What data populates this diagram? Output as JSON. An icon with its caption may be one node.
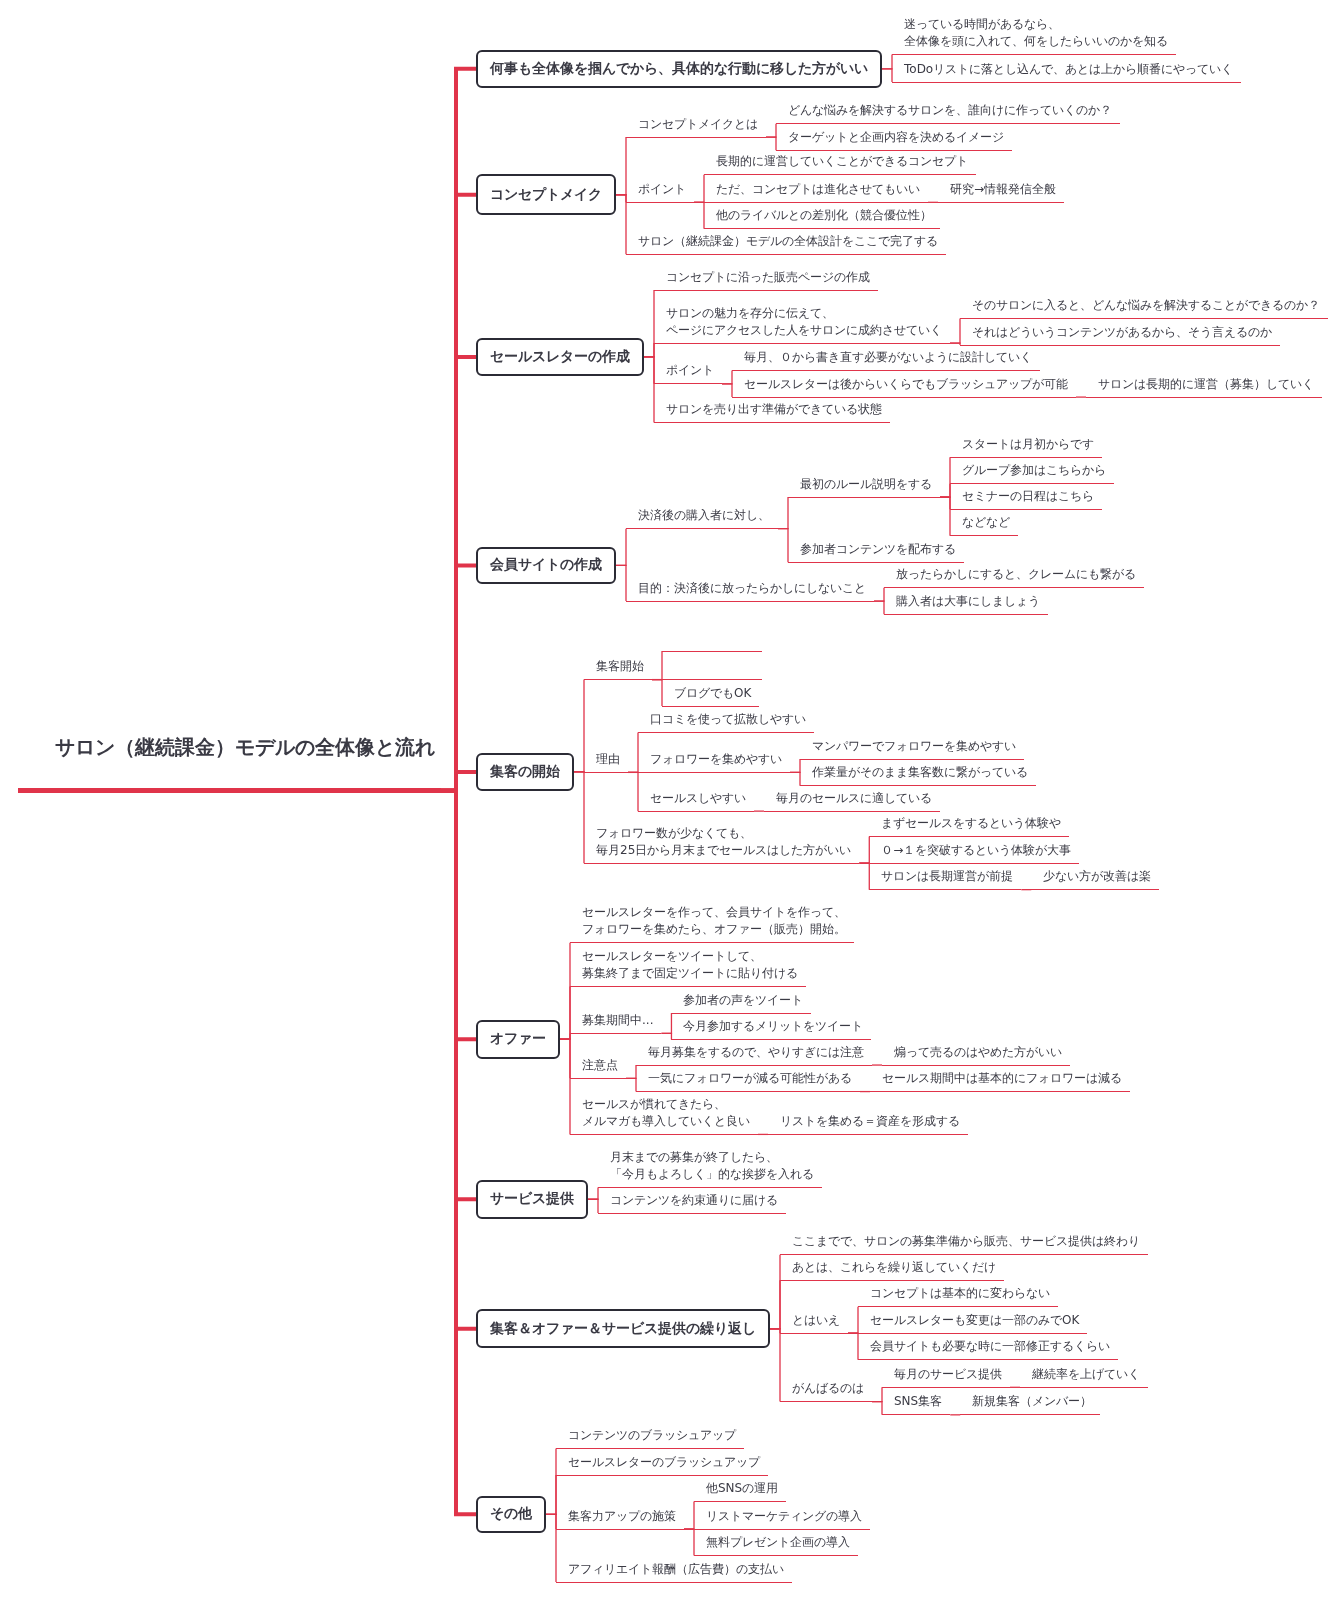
{
  "diagram": {
    "nodes": [
      {
        "text": [
          "サロン（継続課金）モデルの全体像と流れ"
        ]
      },
      {
        "text": [
          "何事も全体像を掴んでから、具体的な行動に移した方がいい"
        ]
      },
      {
        "text": [
          "迷っている時間があるなら、全体像を頭に入れて、何をしたらいいのかを知る"
        ]
      },
      {
        "text": [
          "ToDoリストに落とし込んで、あとは上から順番にやっていく"
        ]
      },
      {
        "text": [
          "コンセプトメイク"
        ]
      },
      {
        "text": [
          "コンセプトメイクとは"
        ]
      },
      {
        "text": [
          "どんな悩みを解決するサロンを、誰向けに作っていくのか？"
        ]
      },
      {
        "text": [
          "ターゲットと企画内容を決めるイメージ"
        ]
      },
      {
        "text": [
          "ポイント"
        ]
      },
      {
        "text": [
          "長期的に運営していくことができるコンセプト"
        ]
      },
      {
        "text": [
          "ただ、コンセプトは進化させてもいい"
        ]
      },
      {
        "text": [
          "研究→情報発信全般"
        ]
      },
      {
        "text": [
          "他のライバルとの差別化（競合優位性）"
        ]
      },
      {
        "text": [
          "サロン（継続課金）モデルの全体設計をここで完了する"
        ]
      },
      {
        "text": [
          "セールスレターの作成"
        ]
      },
      {
        "text": [
          "コンセプトに沿った販売ページの作成"
        ]
      },
      {
        "text": [
          "サロンの魅力を存分に伝えて、ページにアクセスした人をサロンに成約させていく"
        ]
      },
      {
        "text": [
          "そのサロンに入ると、どんな悩みを解決することができるのか？"
        ]
      },
      {
        "text": [
          "それはどういうコンテンツがあるから、そう言えるのか"
        ]
      },
      {
        "text": [
          "ポイント"
        ]
      },
      {
        "text": [
          "毎月、０から書き直す必要がないように設計していく"
        ]
      },
      {
        "text": [
          "セールスレターは後からいくらでもブラッシュアップが可能"
        ]
      },
      {
        "text": [
          "サロンは長期的に運営（募集）していく"
        ]
      },
      {
        "text": [
          "サロンを売り出す準備ができている状態"
        ]
      },
      {
        "text": [
          "会員サイトの作成"
        ]
      },
      {
        "text": [
          "決済後の購入者に対し、"
        ]
      },
      {
        "text": [
          "最初のルール説明をする"
        ]
      },
      {
        "text": [
          "スタートは月初からです"
        ]
      },
      {
        "text": [
          "グループ参加はこちらから"
        ]
      },
      {
        "text": [
          "セミナーの日程はこちら"
        ]
      },
      {
        "text": [
          "などなど"
        ]
      },
      {
        "text": [
          "参加者コンテンツを配布する"
        ]
      },
      {
        "text": [
          "目的：決済後に放ったらかしにしないこと"
        ]
      },
      {
        "text": [
          "放ったらかしにすると、クレームにも繋がる"
        ]
      },
      {
        "text": [
          "購入者は大事にしましょう"
        ]
      },
      {
        "text": [
          "集客の開始"
        ]
      },
      {
        "text": [
          "集客開始"
        ]
      },
      {
        "text": [],
        "shape": "line"
      },
      {
        "text": [],
        "shape": "line"
      },
      {
        "text": [
          "ブログでもOK"
        ]
      },
      {
        "text": [
          "理由"
        ]
      },
      {
        "text": [
          "口コミを使って拡散しやすい"
        ]
      },
      {
        "text": [
          "フォロワーを集めやすい"
        ]
      },
      {
        "text": [
          "マンパワーでフォロワーを集めやすい"
        ]
      },
      {
        "text": [
          "作業量がそのまま集客数に繋がっている"
        ]
      },
      {
        "text": [
          "セールスしやすい"
        ]
      },
      {
        "text": [
          "毎月のセールスに適している"
        ]
      },
      {
        "text": [
          "フォロワー数が少なくても、毎月25日から月末までセールスはした方がいい"
        ]
      },
      {
        "text": [
          "まずセールスをするという体験や"
        ]
      },
      {
        "text": [
          "０→１を突破するという体験が大事"
        ]
      },
      {
        "text": [
          "サロンは長期運営が前提"
        ]
      },
      {
        "text": [
          "少ない方が改善は楽"
        ]
      },
      {
        "text": [
          "オファー"
        ]
      },
      {
        "text": [
          "セールスレターを作って、会員サイトを作って、フォロワーを集めたら、オファー（販売）開始。"
        ]
      },
      {
        "text": [
          "セールスレターをツイートして、募集終了まで固定ツイートに貼り付ける"
        ]
      },
      {
        "text": [
          "募集期間中..."
        ]
      },
      {
        "text": [
          "参加者の声をツイート"
        ]
      },
      {
        "text": [
          "今月参加するメリットをツイート"
        ]
      },
      {
        "text": [
          "注意点"
        ]
      },
      {
        "text": [
          "毎月募集をするので、やりすぎには注意"
        ]
      },
      {
        "text": [
          "煽って売るのはやめた方がいい"
        ]
      },
      {
        "text": [
          "一気にフォロワーが減る可能性がある"
        ]
      },
      {
        "text": [
          "セールス期間中は基本的にフォロワーは減る"
        ]
      },
      {
        "text": [
          "セールスが慣れてきたら、メルマガも導入していくと良い"
        ]
      },
      {
        "text": [
          "リストを集める＝資産を形成する"
        ]
      },
      {
        "text": [
          "サービス提供"
        ]
      },
      {
        "text": [
          "月末までの募集が終了したら、「今月もよろしく」的な挨拶を入れる"
        ]
      },
      {
        "text": [
          "コンテンツを約束通りに届ける"
        ]
      },
      {
        "text": [
          "集客＆オファー＆サービス提供の繰り返し"
        ]
      },
      {
        "text": [
          "ここまでで、サロンの募集準備から販売、サービス提供は終わり"
        ]
      },
      {
        "text": [
          "あとは、これらを繰り返していくだけ"
        ]
      },
      {
        "text": [
          "とはいえ"
        ]
      },
      {
        "text": [
          "コンセプトは基本的に変わらない"
        ]
      },
      {
        "text": [
          "セールスレターも変更は一部のみでOK"
        ]
      },
      {
        "text": [
          "会員サイトも必要な時に一部修正するくらい"
        ]
      },
      {
        "text": [
          "がんばるのは"
        ]
      },
      {
        "text": [
          "毎月のサービス提供"
        ]
      },
      {
        "text": [
          "継続率を上げていく"
        ]
      },
      {
        "text": [
          "SNS集客"
        ]
      },
      {
        "text": [
          "新規集客（メンバー）"
        ]
      },
      {
        "text": [
          "その他"
        ]
      },
      {
        "text": [
          "コンテンツのブラッシュアップ"
        ]
      },
      {
        "text": [
          "セールスレターのブラッシュアップ"
        ]
      },
      {
        "text": [
          "集客力アップの施策"
        ]
      },
      {
        "text": [
          "他SNSの運用"
        ]
      },
      {
        "text": [
          "リストマーケティングの導入"
        ]
      },
      {
        "text": [
          "無料プレゼント企画の導入"
        ]
      },
      {
        "text": [
          "アフィリエイト報酬（広告費）の支払い"
        ]
      }
    ],
    "edges": [
      {
        "from": 0,
        "to": 1,
        "arrow": "none",
        "style": "thick"
      },
      {
        "from": 1,
        "to": 2,
        "arrow": "none"
      },
      {
        "from": 1,
        "to": 3,
        "arrow": "none"
      },
      {
        "from": 0,
        "to": 4,
        "arrow": "none",
        "style": "thick"
      },
      {
        "from": 4,
        "to": 5,
        "arrow": "none"
      },
      {
        "from": 5,
        "to": 6,
        "arrow": "none"
      },
      {
        "from": 5,
        "to": 7,
        "arrow": "none"
      },
      {
        "from": 4,
        "to": 8,
        "arrow": "none"
      },
      {
        "from": 8,
        "to": 9,
        "arrow": "none"
      },
      {
        "from": 8,
        "to": 10,
        "arrow": "none"
      },
      {
        "from": 10,
        "to": 11,
        "arrow": "none"
      },
      {
        "from": 8,
        "to": 12,
        "arrow": "none"
      },
      {
        "from": 4,
        "to": 13,
        "arrow": "none"
      },
      {
        "from": 0,
        "to": 14,
        "arrow": "none",
        "style": "thick"
      },
      {
        "from": 14,
        "to": 15,
        "arrow": "none"
      },
      {
        "from": 14,
        "to": 16,
        "arrow": "none"
      },
      {
        "from": 16,
        "to": 17,
        "arrow": "none"
      },
      {
        "from": 16,
        "to": 18,
        "arrow": "none"
      },
      {
        "from": 14,
        "to": 19,
        "arrow": "none"
      },
      {
        "from": 19,
        "to": 20,
        "arrow": "none"
      },
      {
        "from": 19,
        "to": 21,
        "arrow": "none"
      },
      {
        "from": 21,
        "to": 22,
        "arrow": "none"
      },
      {
        "from": 14,
        "to": 23,
        "arrow": "none"
      },
      {
        "from": 0,
        "to": 24,
        "arrow": "none",
        "style": "thick"
      },
      {
        "from": 24,
        "to": 25,
        "arrow": "none"
      },
      {
        "from": 25,
        "to": 26,
        "arrow": "none"
      },
      {
        "from": 26,
        "to": 27,
        "arrow": "none"
      },
      {
        "from": 26,
        "to": 28,
        "arrow": "none"
      },
      {
        "from": 26,
        "to": 29,
        "arrow": "none"
      },
      {
        "from": 26,
        "to": 30,
        "arrow": "none"
      },
      {
        "from": 25,
        "to": 31,
        "arrow": "none"
      },
      {
        "from": 24,
        "to": 32,
        "arrow": "none"
      },
      {
        "from": 32,
        "to": 33,
        "arrow": "none"
      },
      {
        "from": 32,
        "to": 34,
        "arrow": "none"
      },
      {
        "from": 0,
        "to": 35,
        "arrow": "none",
        "style": "thick"
      },
      {
        "from": 35,
        "to": 36,
        "arrow": "none"
      },
      {
        "from": 36,
        "to": 37,
        "arrow": "none"
      },
      {
        "from": 36,
        "to": 38,
        "arrow": "none"
      },
      {
        "from": 36,
        "to": 39,
        "arrow": "none"
      },
      {
        "from": 35,
        "to": 40,
        "arrow": "none"
      },
      {
        "from": 40,
        "to": 41,
        "arrow": "none"
      },
      {
        "from": 40,
        "to": 42,
        "arrow": "none"
      },
      {
        "from": 42,
        "to": 43,
        "arrow": "none"
      },
      {
        "from": 42,
        "to": 44,
        "arrow": "none"
      },
      {
        "from": 40,
        "to": 45,
        "arrow": "none"
      },
      {
        "from": 45,
        "to": 46,
        "arrow": "none"
      },
      {
        "from": 35,
        "to": 47,
        "arrow": "none"
      },
      {
        "from": 47,
        "to": 48,
        "arrow": "none"
      },
      {
        "from": 47,
        "to": 49,
        "arrow": "none"
      },
      {
        "from": 47,
        "to": 50,
        "arrow": "none"
      },
      {
        "from": 50,
        "to": 51,
        "arrow": "none"
      },
      {
        "from": 0,
        "to": 52,
        "arrow": "none",
        "style": "thick"
      },
      {
        "from": 52,
        "to": 53,
        "arrow": "none"
      },
      {
        "from": 52,
        "to": 54,
        "arrow": "none"
      },
      {
        "from": 52,
        "to": 55,
        "arrow": "none"
      },
      {
        "from": 55,
        "to": 56,
        "arrow": "none"
      },
      {
        "from": 55,
        "to": 57,
        "arrow": "none"
      },
      {
        "from": 52,
        "to": 58,
        "arrow": "none"
      },
      {
        "from": 58,
        "to": 59,
        "arrow": "none"
      },
      {
        "from": 59,
        "to": 60,
        "arrow": "none"
      },
      {
        "from": 58,
        "to": 61,
        "arrow": "none"
      },
      {
        "from": 61,
        "to": 62,
        "arrow": "none"
      },
      {
        "from": 52,
        "to": 63,
        "arrow": "none"
      },
      {
        "from": 63,
        "to": 64,
        "arrow": "none"
      },
      {
        "from": 0,
        "to": 65,
        "arrow": "none",
        "style": "thick"
      },
      {
        "from": 65,
        "to": 66,
        "arrow": "none"
      },
      {
        "from": 65,
        "to": 67,
        "arrow": "none"
      },
      {
        "from": 0,
        "to": 68,
        "arrow": "none",
        "style": "thick"
      },
      {
        "from": 68,
        "to": 69,
        "arrow": "none"
      },
      {
        "from": 68,
        "to": 70,
        "arrow": "none"
      },
      {
        "from": 68,
        "to": 71,
        "arrow": "none"
      },
      {
        "from": 71,
        "to": 72,
        "arrow": "none"
      },
      {
        "from": 71,
        "to": 73,
        "arrow": "none"
      },
      {
        "from": 71,
        "to": 74,
        "arrow": "none"
      },
      {
        "from": 68,
        "to": 75,
        "arrow": "none"
      },
      {
        "from": 75,
        "to": 76,
        "arrow": "none"
      },
      {
        "from": 76,
        "to": 77,
        "arrow": "none"
      },
      {
        "from": 75,
        "to": 78,
        "arrow": "none"
      },
      {
        "from": 78,
        "to": 79,
        "arrow": "none"
      },
      {
        "from": 0,
        "to": 80,
        "arrow": "none",
        "style": "thick"
      },
      {
        "from": 80,
        "to": 81,
        "arrow": "none"
      },
      {
        "from": 80,
        "to": 82,
        "arrow": "none"
      },
      {
        "from": 80,
        "to": 83,
        "arrow": "none"
      },
      {
        "from": 83,
        "to": 84,
        "arrow": "none"
      },
      {
        "from": 83,
        "to": 85,
        "arrow": "none"
      },
      {
        "from": 83,
        "to": 86,
        "arrow": "none"
      },
      {
        "from": 80,
        "to": 87,
        "arrow": "none"
      }
    ]
  }
}
